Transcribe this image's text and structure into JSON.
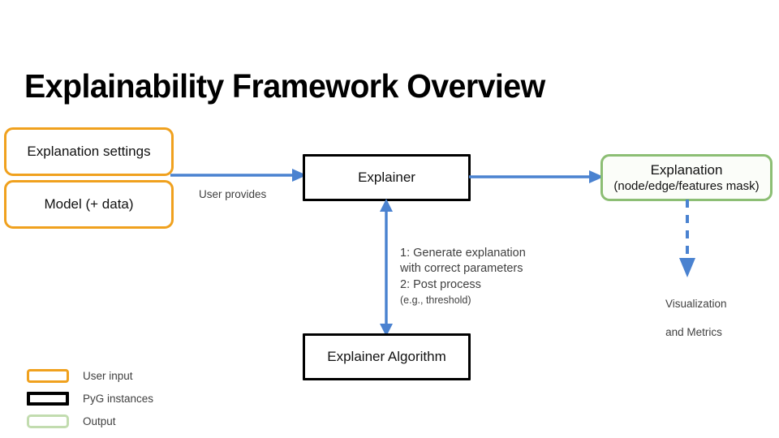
{
  "title": "Explainability Framework Overview",
  "colors": {
    "user_input_border": "#F0A11E",
    "pyg_border": "#000000",
    "output_border": "#8CBE74",
    "output_legend_border": "#C2DCAF",
    "arrow_blue": "#4A82D0",
    "text": "#3f3f3f",
    "background": "#FFFFFF"
  },
  "nodes": {
    "explanation_settings": {
      "label": "Explanation settings"
    },
    "model_data": {
      "label": "Model (+ data)"
    },
    "explainer": {
      "label": "Explainer"
    },
    "explanation": {
      "label": "Explanation",
      "sublabel": "(node/edge/features mask)"
    },
    "explainer_algorithm": {
      "label": "Explainer Algorithm"
    }
  },
  "edges": {
    "user_provides": {
      "label": "User provides"
    },
    "explainer_algorithm_steps": {
      "step1": "1: Generate explanation",
      "step1_cont": "with correct parameters",
      "step2": "2: Post process",
      "step2_sub": "(e.g., threshold)"
    },
    "visualization": {
      "line1": "Visualization",
      "line2": "and Metrics"
    }
  },
  "legend": {
    "items": [
      {
        "label": "User input",
        "swatch": "user-input-swatch"
      },
      {
        "label": "PyG instances",
        "swatch": "pyg-instances-swatch"
      },
      {
        "label": "Output",
        "swatch": "output-swatch"
      }
    ]
  }
}
